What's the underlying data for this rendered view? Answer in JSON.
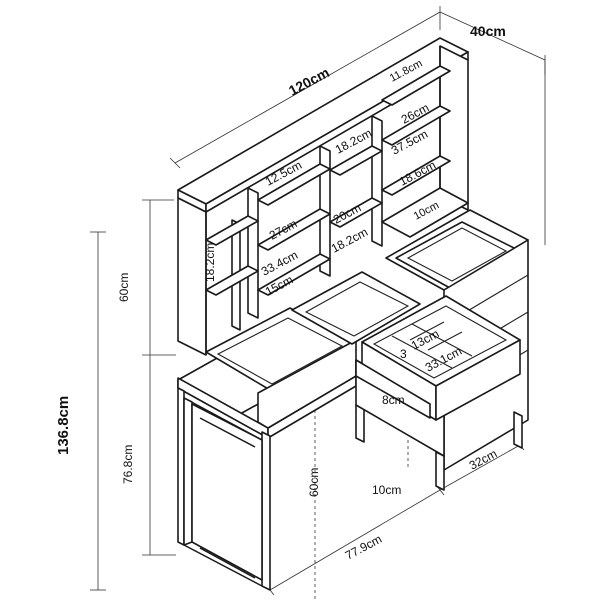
{
  "dimensions": {
    "width": "120cm",
    "depth": "40cm",
    "total_height": "136.8cm",
    "desk_height": "76.8cm",
    "hutch_height": "60cm",
    "leg_height": "60cm",
    "drawer_depth": "77.9cm",
    "cabinet_depth": "32cm",
    "floor_gap": "10cm"
  },
  "shelf_labels": {
    "top_gap": "11.8cm",
    "right_top": "26cm",
    "right_mid_width": "37.5cm",
    "right_mid_height": "18.6cm",
    "right_low": "10cm",
    "center_top": "18.2cm",
    "center_mid": "20cm",
    "center_low": "18.2cm",
    "inner_top": "12.5cm",
    "inner_mid": "27cm",
    "inner_width": "33.4cm",
    "inner_low": "15cm",
    "left_side": "18.2cm"
  },
  "drawer_labels": {
    "compartment_small": "3",
    "compartment_mid": "13cm",
    "compartment_large": "33.1cm",
    "drawer_height": "8cm"
  }
}
